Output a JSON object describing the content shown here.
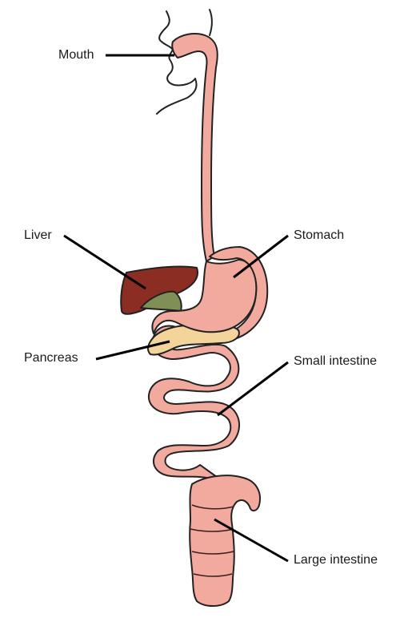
{
  "diagram": {
    "labels": {
      "mouth": "Mouth",
      "liver": "Liver",
      "stomach": "Stomach",
      "pancreas": "Pancreas",
      "small_intestine": "Small intestine",
      "large_intestine": "Large intestine"
    },
    "colors": {
      "tract": "#f2a99e",
      "tract_outline": "#3a1f1c",
      "liver": "#8b2d22",
      "gallbladder": "#7f8f55",
      "pancreas": "#f3d49a",
      "leader_line": "#000000"
    }
  }
}
